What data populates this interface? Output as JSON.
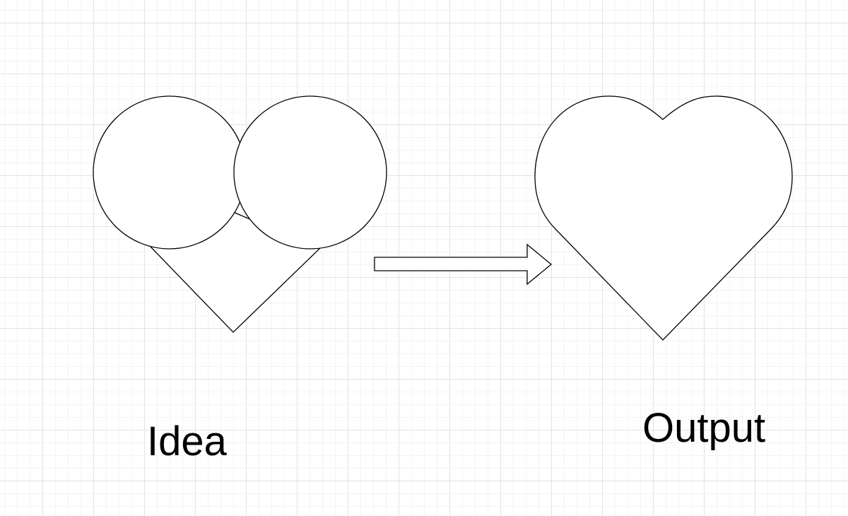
{
  "diagram": {
    "labels": {
      "idea": "Idea",
      "output": "Output"
    },
    "colors": {
      "stroke": "#000000",
      "fill": "#ffffff",
      "grid_minor": "#f3f3f3",
      "grid_major": "#e2e2e2"
    },
    "shapes": {
      "idea": "two-circles-over-triangle",
      "connector": "block-arrow-right",
      "output": "heart"
    }
  }
}
